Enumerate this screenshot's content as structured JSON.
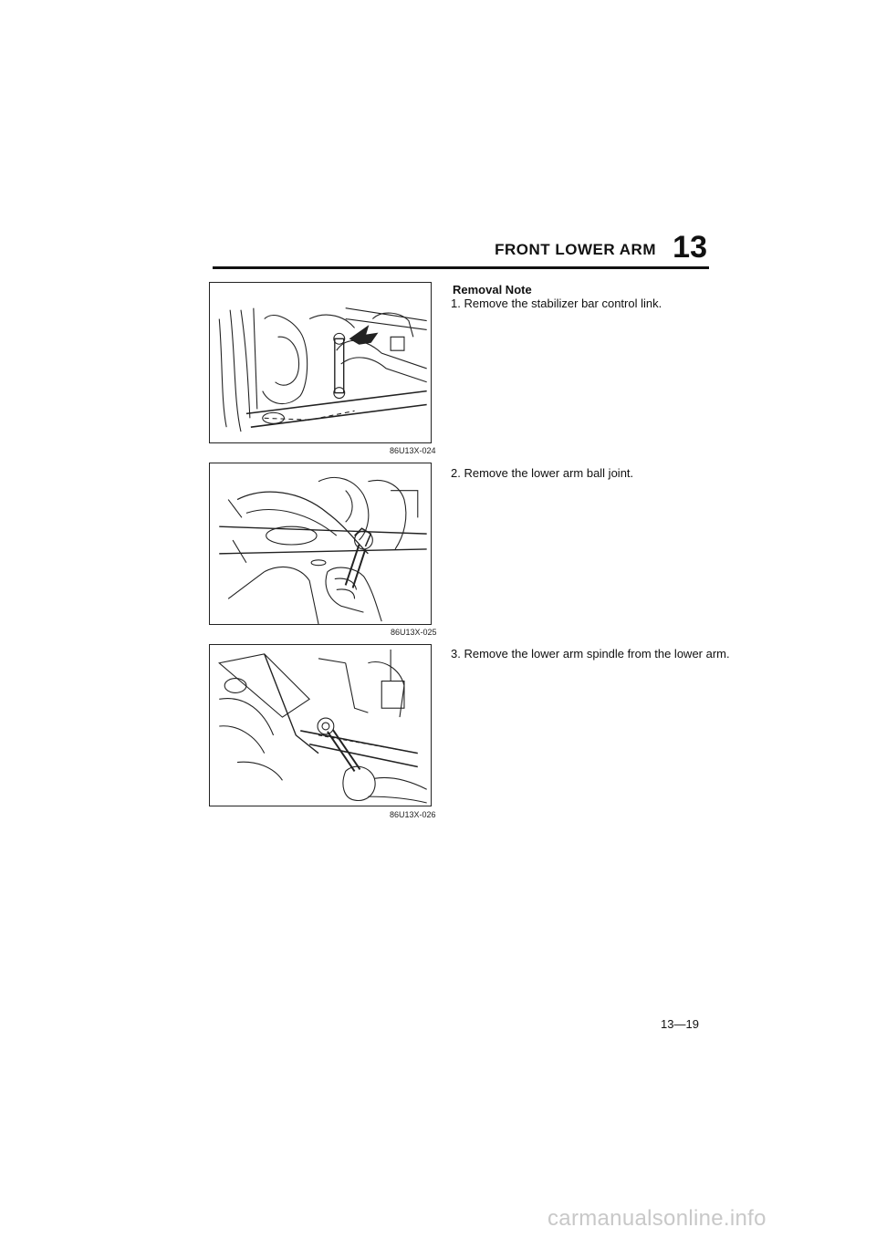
{
  "header": {
    "title": "FRONT LOWER ARM",
    "chapter": "13"
  },
  "figures": [
    {
      "code": "86U13X-024"
    },
    {
      "code": "86U13X-025"
    },
    {
      "code": "86U13X-026"
    }
  ],
  "section": {
    "title": "Removal Note",
    "steps": [
      "1. Remove the stabilizer bar control link.",
      "2. Remove the lower arm ball joint.",
      "3. Remove the lower arm spindle from the lower arm."
    ]
  },
  "page_number": "13—19",
  "watermark": "carmanualsonline.info"
}
